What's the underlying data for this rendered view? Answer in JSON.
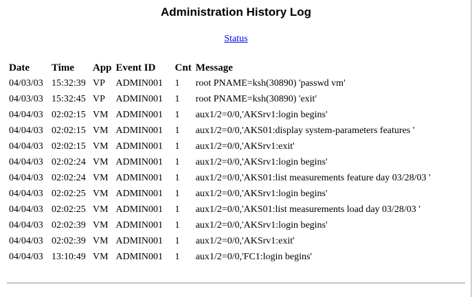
{
  "page": {
    "title": "Administration History Log",
    "status_link": "Status"
  },
  "table": {
    "headers": [
      "Date",
      "Time",
      "App",
      "Event ID",
      "Cnt",
      "Message"
    ],
    "rows": [
      [
        "04/03/03",
        "15:32:39",
        "VP",
        "ADMIN001",
        "1",
        "root PNAME=ksh(30890) 'passwd vm'"
      ],
      [
        "04/03/03",
        "15:32:45",
        "VP",
        "ADMIN001",
        "1",
        "root PNAME=ksh(30890) 'exit'"
      ],
      [
        "04/04/03",
        "02:02:15",
        "VM",
        "ADMIN001",
        "1",
        "aux1/2=0/0,'AKSrv1:login begins'"
      ],
      [
        "04/04/03",
        "02:02:15",
        "VM",
        "ADMIN001",
        "1",
        "aux1/2=0/0,'AKS01:display system-parameters features '"
      ],
      [
        "04/04/03",
        "02:02:15",
        "VM",
        "ADMIN001",
        "1",
        "aux1/2=0/0,'AKSrv1:exit'"
      ],
      [
        "04/04/03",
        "02:02:24",
        "VM",
        "ADMIN001",
        "1",
        "aux1/2=0/0,'AKSrv1:login begins'"
      ],
      [
        "04/04/03",
        "02:02:24",
        "VM",
        "ADMIN001",
        "1",
        "aux1/2=0/0,'AKS01:list measurements feature day 03/28/03 '"
      ],
      [
        "04/04/03",
        "02:02:25",
        "VM",
        "ADMIN001",
        "1",
        "aux1/2=0/0,'AKSrv1:login begins'"
      ],
      [
        "04/04/03",
        "02:02:25",
        "VM",
        "ADMIN001",
        "1",
        "aux1/2=0/0,'AKS01:list measurements load day 03/28/03 '"
      ],
      [
        "04/04/03",
        "02:02:39",
        "VM",
        "ADMIN001",
        "1",
        "aux1/2=0/0,'AKSrv1:login begins'"
      ],
      [
        "04/04/03",
        "02:02:39",
        "VM",
        "ADMIN001",
        "1",
        "aux1/2=0/0,'AKSrv1:exit'"
      ],
      [
        "04/04/03",
        "13:10:49",
        "VM",
        "ADMIN001",
        "1",
        "aux1/2=0/0,'FC1:login begins'"
      ]
    ]
  },
  "colors": {
    "link": "#0000ee",
    "text": "#000000",
    "background": "#ffffff"
  }
}
